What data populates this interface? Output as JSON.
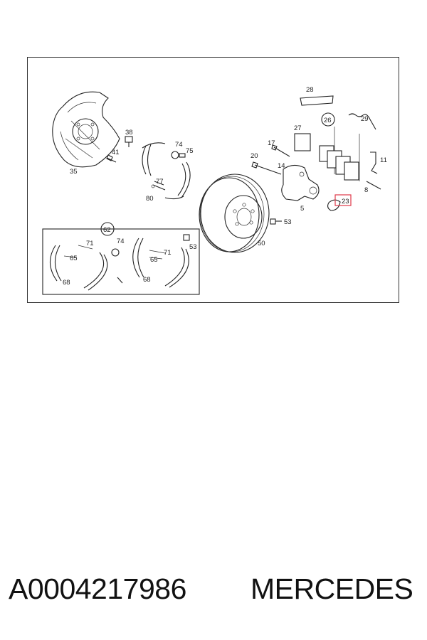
{
  "labels": {
    "l28": "28",
    "l26": "26",
    "l29": "29",
    "l27": "27",
    "l17": "17",
    "l20": "20",
    "l14": "14",
    "l11": "11",
    "l5": "5",
    "l23": "23",
    "l8": "8",
    "l53a": "53",
    "l50": "50",
    "l38": "38",
    "l41": "41",
    "l35": "35",
    "l74a": "74",
    "l75": "75",
    "l77": "77",
    "l80": "80",
    "l62": "62",
    "l71a": "71",
    "l74b": "74",
    "l65a": "65",
    "l68a": "68",
    "l71b": "71",
    "l53b": "53",
    "l65b": "65",
    "l68b": "68"
  },
  "highlight": {
    "part": "23",
    "color": "#e03a4a"
  },
  "caption": {
    "part_number": "A0004217986",
    "brand": "MERCEDES"
  }
}
